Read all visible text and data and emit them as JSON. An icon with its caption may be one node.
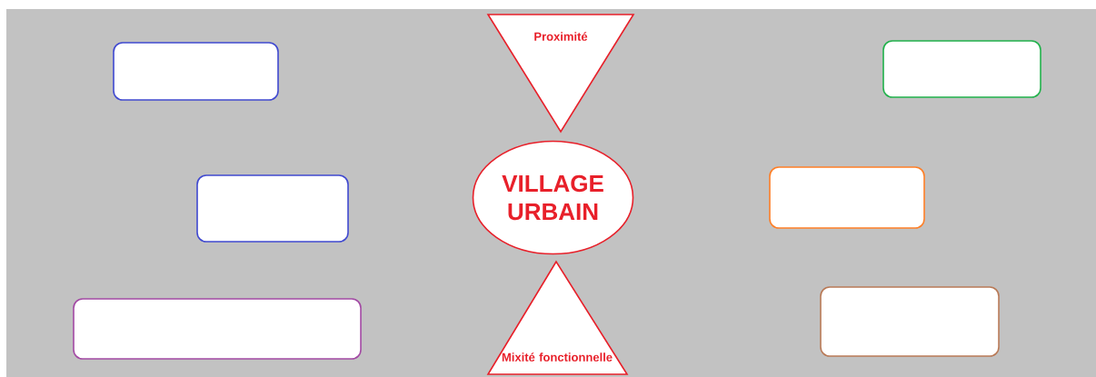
{
  "diagram": {
    "nodes": [
      {
        "text": [
          "Proximité"
        ]
      },
      {
        "text": [],
        "shape": "box"
      },
      {
        "text": [],
        "shape": "box"
      },
      {
        "text": [
          "VILLAGE URBAIN"
        ]
      },
      {
        "text": [],
        "shape": "box"
      },
      {
        "text": [],
        "shape": "box"
      },
      {
        "text": [],
        "shape": "box"
      },
      {
        "text": [],
        "shape": "box"
      },
      {
        "text": [
          "Mixité fonctionnelle"
        ]
      }
    ]
  }
}
